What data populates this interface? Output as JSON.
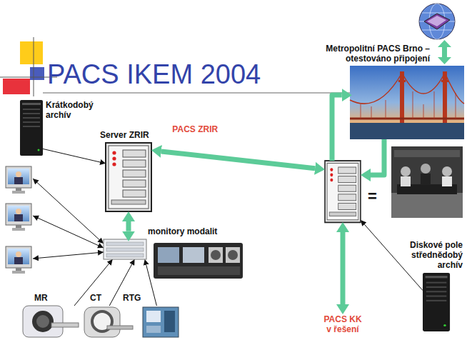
{
  "diagram": {
    "title": "PACS IKEM 2004",
    "nodes": [
      {
        "text": [
          "Krátkodobý archív"
        ]
      },
      {
        "text": [
          "Server ZRIR"
        ]
      },
      {
        "text": [
          "Metropolitní PACS Brno – otestováno připojení"
        ]
      },
      {
        "text": [
          "="
        ]
      },
      {
        "text": [
          "monitory modalit"
        ]
      },
      {
        "text": [
          "MR"
        ]
      },
      {
        "text": [
          "CT"
        ]
      },
      {
        "text": [
          "RTG"
        ]
      },
      {
        "text": [
          "Diskové pole střednědobý archív"
        ]
      },
      {
        "text": [
          "PACS KK v řešení"
        ]
      }
    ],
    "edges": [
      {
        "from": 0,
        "to": 1,
        "arrow": "to"
      },
      {
        "from": 1,
        "to": 3,
        "label": "PACS ZRIR",
        "arrow": "both"
      },
      {
        "from": 1,
        "to": 4,
        "arrow": "both"
      },
      {
        "from": 5,
        "to": 4,
        "arrow": "to"
      },
      {
        "from": 6,
        "to": 4,
        "arrow": "to"
      },
      {
        "from": 7,
        "to": 4,
        "arrow": "to"
      },
      {
        "from": 3,
        "to": 2,
        "arrow": "to"
      },
      {
        "from": 2,
        "to": 3,
        "arrow": "to"
      },
      {
        "from": 8,
        "to": 3,
        "arrow": "to"
      },
      {
        "from": 3,
        "to": 9,
        "arrow": "both"
      }
    ]
  }
}
